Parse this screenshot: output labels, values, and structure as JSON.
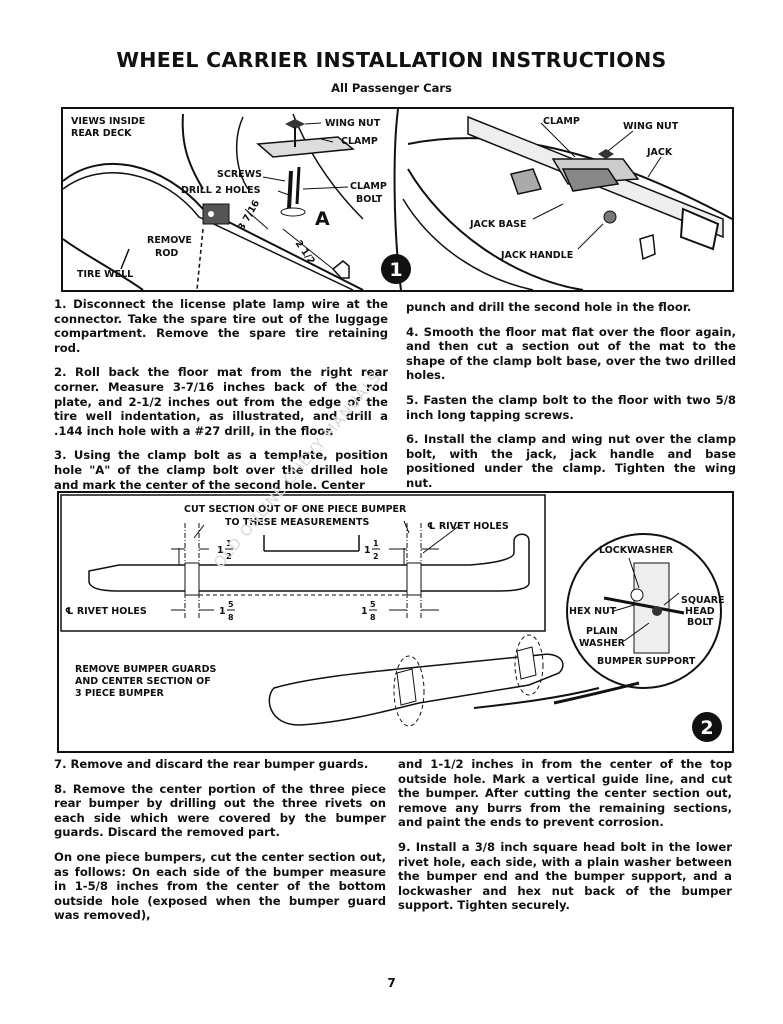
{
  "title": "WHEEL CARRIER INSTALLATION INSTRUCTIONS",
  "subtitle": "All Passenger Cars",
  "figure1": {
    "number": "1",
    "views_label_1": "VIEWS INSIDE",
    "views_label_2": "REAR DECK",
    "wing_nut": "WING NUT",
    "clamp": "CLAMP",
    "screws": "SCREWS",
    "drill_holes": "DRILL 2 HOLES",
    "clamp_bolt_1": "CLAMP",
    "clamp_bolt_2": "BOLT",
    "hole_a": "A",
    "dim_a": "3 7/16",
    "dim_b": "2 1/2",
    "remove_rod_1": "REMOVE",
    "remove_rod_2": "ROD",
    "tire_well": "TIRE WELL",
    "clamp_right": "CLAMP",
    "wing_nut_right": "WING NUT",
    "jack": "JACK",
    "jack_base": "JACK BASE",
    "jack_handle": "JACK HANDLE"
  },
  "figure2": {
    "number": "2",
    "cut_section_1": "CUT SECTION OUT OF ONE PIECE BUMPER",
    "cut_section_2": "TO THESE MEASUREMENTS",
    "rivet_holes_right": "℄ RIVET HOLES",
    "rivet_holes_left": "℄ RIVET HOLES",
    "dim_top_whole": "1",
    "dim_top_num": "1",
    "dim_top_den": "2",
    "dim_bottom_whole": "1",
    "dim_bottom_num": "5",
    "dim_bottom_den": "8",
    "lockwasher": "LOCKWASHER",
    "square_1": "SQUARE",
    "square_2": "HEAD",
    "square_3": "BOLT",
    "hex_nut": "HEX NUT",
    "plain_1": "PLAIN",
    "plain_2": "WASHER",
    "bumper_support": "BUMPER SUPPORT",
    "remove_guards_1": "REMOVE BUMPER GUARDS",
    "remove_guards_2": "AND CENTER SECTION OF",
    "remove_guards_3": "3 PIECE BUMPER"
  },
  "steps_top_left": [
    "1. Disconnect the license plate lamp wire at the connector. Take the spare tire out of the luggage compartment. Remove the spare tire retaining rod.",
    "2. Roll back the floor mat from the right rear corner. Measure 3-7/16 inches back of the rod plate, and 2-1/2 inches out from the edge of the tire well indentation, as illustrated, and drill a .144 inch hole with a #27 drill, in the floor.",
    "3. Using the clamp bolt as a template, position hole \"A\" of the clamp bolt over the drilled hole and mark the center of the second hole. Center"
  ],
  "steps_top_right": [
    "punch and drill the second hole in the floor.",
    "4. Smooth the floor mat flat over the floor again, and then cut a section out of the mat to the shape of the clamp bolt base, over the two drilled holes.",
    "5. Fasten the clamp bolt to the floor with two 5/8 inch long tapping screws.",
    "6. Install the clamp and wing nut over the clamp bolt, with the jack, jack handle and base positioned under the clamp. Tighten the wing nut."
  ],
  "steps_bottom_left": [
    "7. Remove and discard the rear bumper guards.",
    "8. Remove the center portion of the three piece rear bumper by drilling out the three rivets on each side which were covered by the bumper guards. Discard the removed part.",
    "On one piece bumpers, cut the center section out, as follows: On each side of the bumper measure in 1-5/8 inches from the center of the bottom outside hole (exposed when the bumper guard was removed),"
  ],
  "steps_bottom_right": [
    "and 1-1/2 inches in from the center of the top outside hole. Mark a vertical guide line, and cut the bumper. After cutting the center section out, remove any burrs from the remaining sections, and paint the ends to prevent corrosion.",
    "9. Install a 3/8 inch square head bolt in the lower rivet hole, each side, with a plain washer between the bumper end and the bumper support, and a lockwasher and hex nut back of the bumper support. Tighten securely."
  ],
  "watermark": "OLD ONLINE CHEVY MANUALS",
  "page_number": "7"
}
